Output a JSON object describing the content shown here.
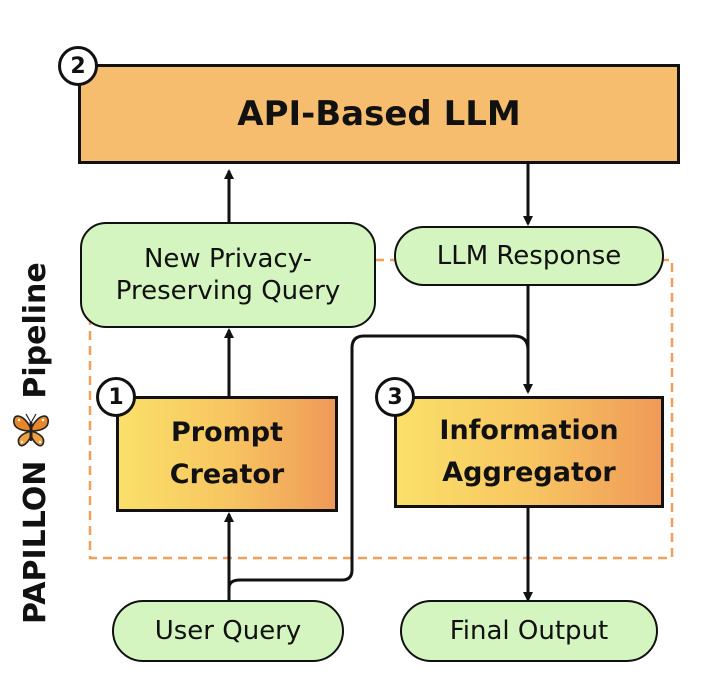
{
  "diagram": {
    "llm": {
      "label": "API-Based LLM",
      "step": "2"
    },
    "new_query": {
      "line1": "New Privacy-",
      "line2": "Preserving Query"
    },
    "llm_response": {
      "label": "LLM Response"
    },
    "prompt_creator": {
      "line1": "Prompt",
      "line2": "Creator",
      "step": "1"
    },
    "info_aggregator": {
      "line1": "Information",
      "line2": "Aggregator",
      "step": "3"
    },
    "user_query": {
      "label": "User Query"
    },
    "final_output": {
      "label": "Final Output"
    },
    "pipeline_label": {
      "name": "PAPILLON",
      "suffix": "Pipeline"
    }
  },
  "colors": {
    "llm_fill": "#f5bd6d",
    "pill_fill": "#d5f5c0",
    "step_gradient": [
      "#fae06a",
      "#ef9a58"
    ],
    "pipeline_border": "#f0a05a",
    "stroke": "#111111"
  }
}
